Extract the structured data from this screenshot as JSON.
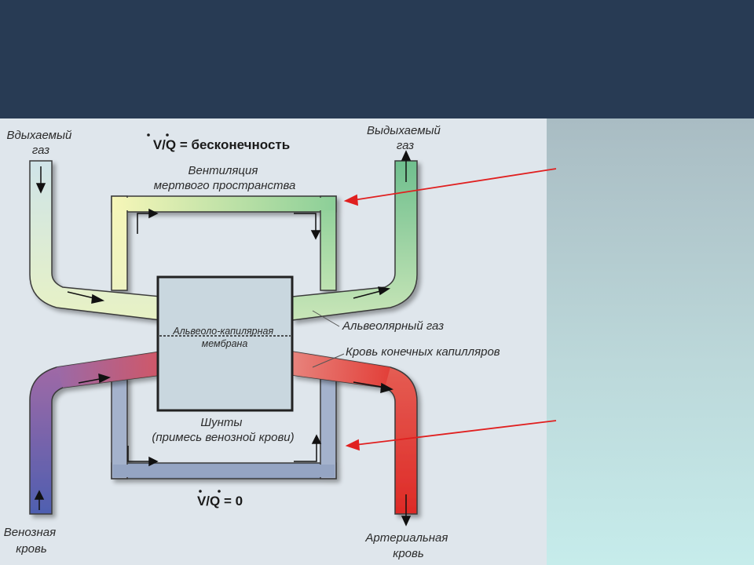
{
  "header": {
    "title": ""
  },
  "diagram": {
    "inhaled_gas": [
      "Вдыхаемый",
      "газ"
    ],
    "exhaled_gas": [
      "Выдыхаемый",
      "газ"
    ],
    "formula_top": "V/Q = бесконечность",
    "dead_space": [
      "Вентиляция",
      "мертвого пространства"
    ],
    "membrane": [
      "Альвеоло-капилярная",
      "мембрана"
    ],
    "alveolar_gas": "Альвеолярный газ",
    "end_capillary_blood": "Кровь конечных капилляров",
    "shunts": [
      "Шунты",
      "(примесь венозной крови)"
    ],
    "formula_bottom": "V/Q = 0",
    "venous_blood": [
      "Венозная",
      "кровь"
    ],
    "arterial_blood": [
      "Артериальная",
      "кровь"
    ]
  },
  "colors": {
    "header": "#283b54",
    "diagram_background": "#dfe6ec",
    "pointer_arrow": "#e02020",
    "ventilation_start": "#dff0e8",
    "ventilation_end": "#7ec490",
    "venous": "#5a67b5",
    "arterial": "#e0302c"
  }
}
